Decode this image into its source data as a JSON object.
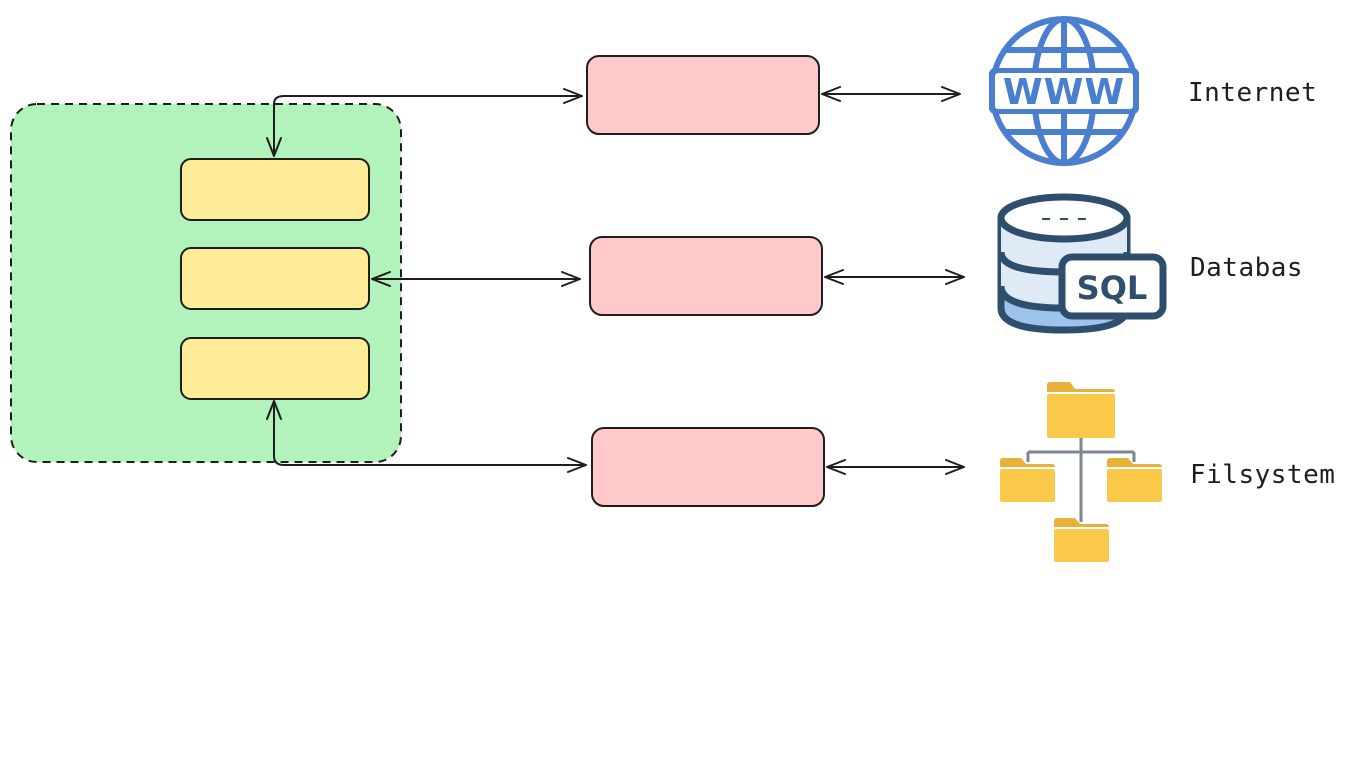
{
  "colors": {
    "host_fill": "#b2f2bb",
    "module_fill": "#ffec99",
    "adapter_fill": "#ffc9c9",
    "stroke": "#1e1e1e",
    "globe_blue": "#4a7ed0",
    "db_navy": "#2f4e6e",
    "db_light": "#dfeaf7",
    "db_blue": "#9cc3ec",
    "folder_yellow": "#fbc94a",
    "folder_tab": "#e9b13a",
    "tree_line": "#7d8794"
  },
  "icons": {
    "internet": "globe-www-icon",
    "database": "database-sql-icon",
    "filesystem": "folder-tree-icon"
  },
  "globe_text": "WWW",
  "db_badge_text": "SQL",
  "labels": {
    "internet": "Internet",
    "database": "Databas",
    "filesystem": "Filsystem"
  }
}
